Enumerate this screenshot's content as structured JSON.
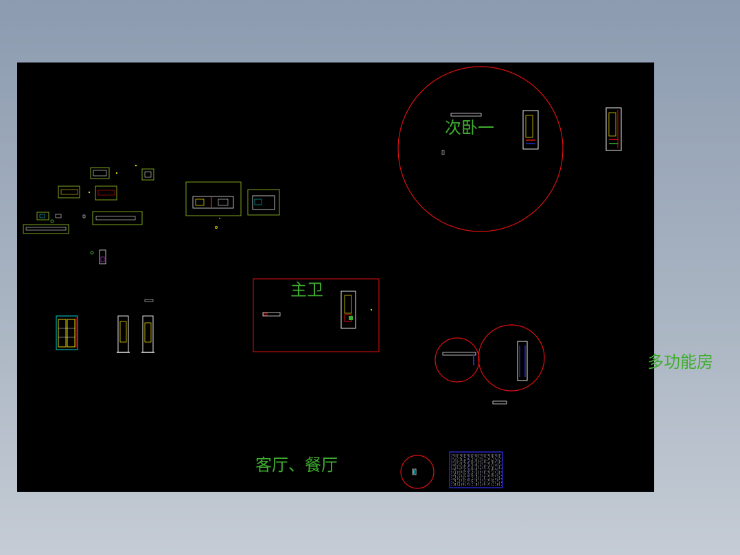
{
  "colors": {
    "background_top": "#8c9bb0",
    "background_bottom": "#c5ccd5",
    "sheet": "#000000",
    "label": "#3fae2f",
    "circle": "#e01010",
    "frame": "#7ea51f",
    "detail_yellow": "#e8d000",
    "detail_cyan": "#00d0d0",
    "detail_blue": "#2828c8"
  },
  "labels": {
    "second_bedroom": "次卧一",
    "master_bath": "主卫",
    "multi_room": "多功能房",
    "living_dining": "客厅、餐厅"
  }
}
